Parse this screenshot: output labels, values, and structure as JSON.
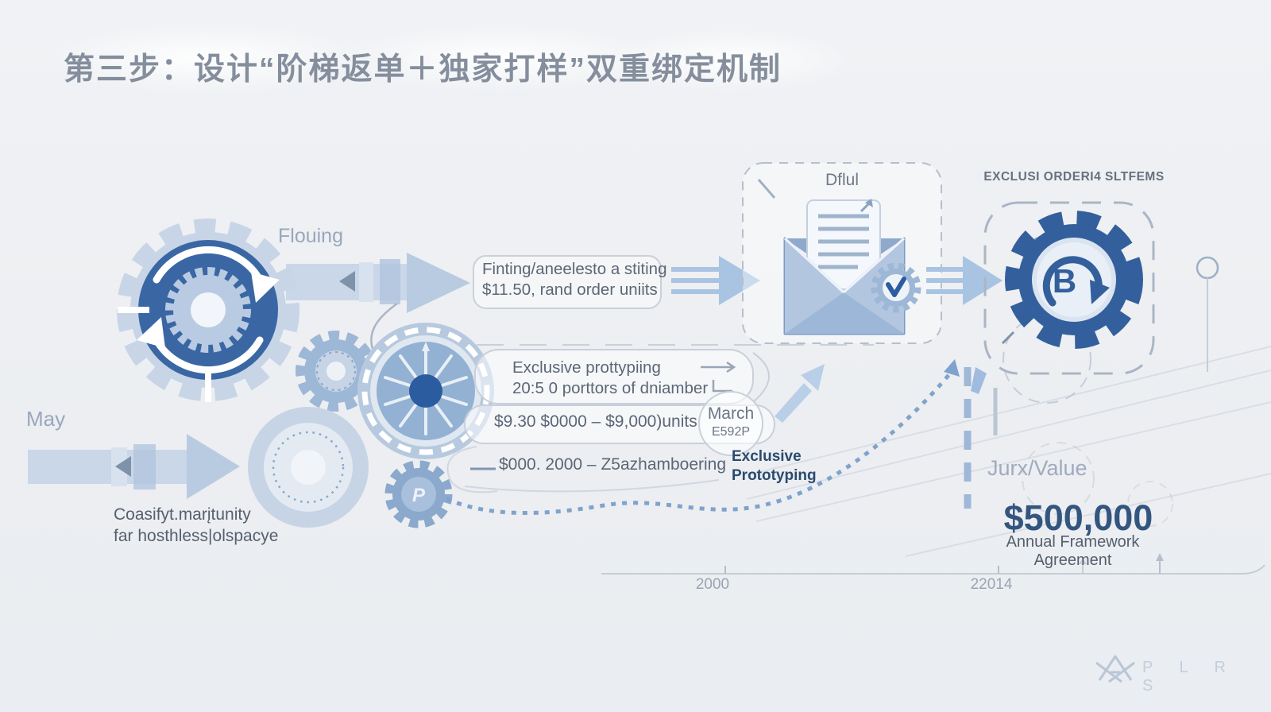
{
  "title": "第三步：设计“阶梯返单＋独家打样”双重绑定机制",
  "labels": {
    "flowing": "Flouing",
    "may": "May",
    "caption_line1": "Coasifyt.marįtunity",
    "caption_line2": "far hosthless|olspacye"
  },
  "process": {
    "step1_line1": "Finting/aneelesto a stiting",
    "step1_line2": "$11.50, rand order uniits",
    "step2_line1": "Exclusive prottypiing",
    "step2_line2": "20:5 0 porttors of dniamber",
    "step3_text": "$9.30  $0000 – $9,000)units",
    "step3_tag_line1": "March",
    "step3_tag_line2": "E592P",
    "step4_text": "$000. 2000 – Z5azhamboering",
    "step4_tag_line1": "Exclusive",
    "step4_tag_line2": "Prototyping"
  },
  "boxes": {
    "mail_title": "Dflul",
    "exclusive_title": "EXCLUSI ORDERI4 SLTFEMS"
  },
  "icons": {
    "gear_letter_p": "P",
    "gear_letter_b": "B"
  },
  "value_panel": {
    "label": "Jurx/Value",
    "amount": "$500,000",
    "caption": "Annual Framework Agreement"
  },
  "timeline": {
    "tick1_label": "2000",
    "tick2_label": "22014"
  },
  "watermark": "P L R S",
  "colors": {
    "accent_blue": "#3a67a4",
    "light_blue": "#b9cce4",
    "dark_text": "#2b4a6e",
    "amount_blue": "#33557e"
  }
}
